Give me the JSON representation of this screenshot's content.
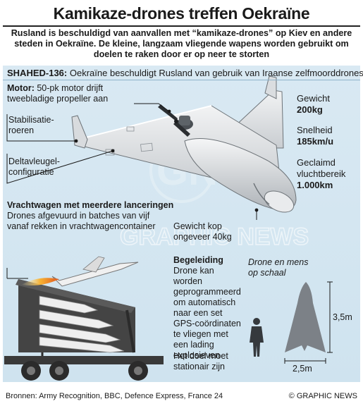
{
  "header": {
    "title": "Kamikaze-drones treffen Oekraïne",
    "subtitle": "Rusland is beschuldigd van aanvallen met “kamikaze-drones” op Kiev en andere steden in Oekraïne. De kleine, langzaam vliegende wapens worden gebruikt om doelen te raken door er op neer te storten"
  },
  "intro": {
    "label": "SHAHED-136:",
    "text": "Oekraïne beschuldigt Rusland van gebruik van Iraanse zelfmoorddrones"
  },
  "callouts": {
    "motor_label": "Motor:",
    "motor_text": "50-pk motor drijft tweebladige propeller aan",
    "stabilisers": "Stabilisatie-roeren",
    "delta": "Deltavleugel-configuratie",
    "warhead": "Gewicht kop ongeveer 40kg"
  },
  "specs": {
    "weight_label": "Gewicht",
    "weight_value": "200kg",
    "speed_label": "Snelheid",
    "speed_value": "185km/u",
    "range_label": "Geclaimd vluchtbereik",
    "range_value": "1.000km"
  },
  "truck": {
    "heading": "Vrachtwagen met meerdere lanceringen",
    "text": "Drones afgevuurd in batches van vijf vanaf rekken in vrachtwagencontainer"
  },
  "guidance": {
    "heading": "Begeleiding",
    "text": "Drone kan worden geprogrammeerd om automatisch naar een set GPS-coördinaten te vliegen met een lading explosieven",
    "note": "Het doel moet stationair zijn"
  },
  "scale": {
    "title": "Drone en mens op schaal",
    "height": "3,5m",
    "width": "2,5m"
  },
  "footer": {
    "sources": "Bronnen: Army Recognition, BBC, Defence Express, France 24",
    "copyright": "© GRAPHIC NEWS"
  },
  "watermark": "GRAPHIC NEWS",
  "colors": {
    "panel": "#d4e6f1",
    "drone": "#e2e4e6",
    "drone_shade": "#a9aeb3",
    "truck": "#3f3f3f",
    "flame": "#f2a12a"
  }
}
